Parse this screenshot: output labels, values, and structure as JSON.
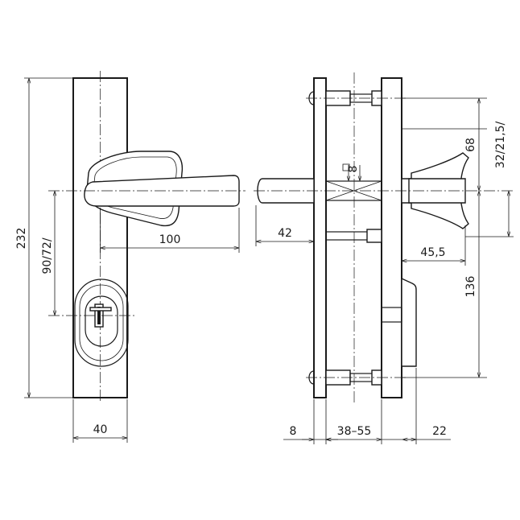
{
  "dimensions": {
    "plate_length": "232",
    "spindle_to_key": "90/72/",
    "plate_width": "40",
    "handle_length": "100",
    "spindle_projection": "42",
    "spindle_square": "8",
    "handle_height": "68",
    "top_offset": "32/21,5/",
    "knob_projection": "45,5",
    "lower_distance": "136",
    "plate_thickness": "8",
    "door_thickness": "38–55",
    "cylinder_protrusion": "22"
  },
  "colors": {
    "line": "#1a1a1a",
    "background": "#ffffff"
  }
}
